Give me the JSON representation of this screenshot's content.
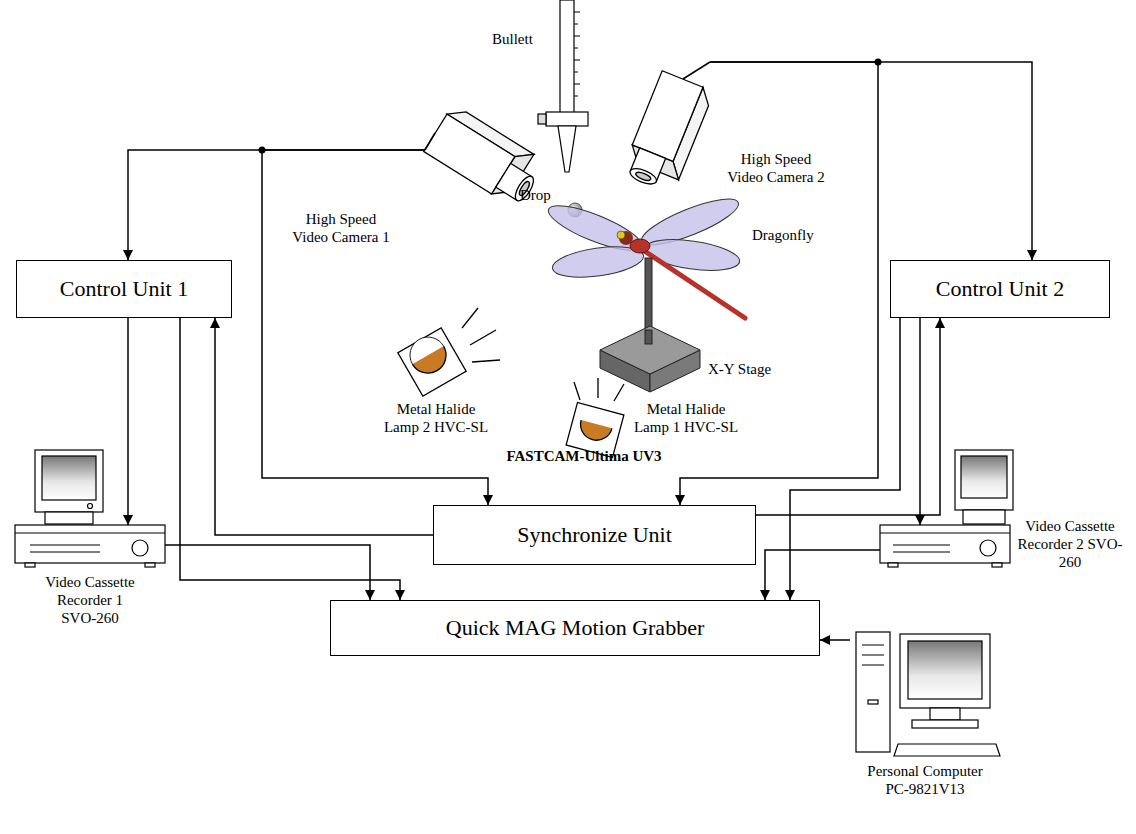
{
  "diagram": {
    "nodes": [
      {
        "text": [
          "High Speed Video Camera 1"
        ]
      },
      {
        "text": [
          "High Speed Video Camera 2"
        ]
      },
      {
        "text": [
          "Control Unit 1"
        ]
      },
      {
        "text": [
          "Control Unit 2"
        ]
      },
      {
        "text": [
          "Synchronize Unit"
        ]
      },
      {
        "text": [
          "Quick MAG Motion Grabber"
        ]
      },
      {
        "text": [
          "Video Cassette Recorder 1 SVO-260"
        ]
      },
      {
        "text": [
          "Video Cassette Recorder 2 SVO-260"
        ]
      },
      {
        "text": [
          "Personal Computer PC-9821V13"
        ]
      }
    ],
    "edges": [
      {
        "from": 0,
        "to": 2,
        "arrow": "to"
      },
      {
        "from": 0,
        "to": 4,
        "arrow": "to"
      },
      {
        "from": 1,
        "to": 3,
        "arrow": "to"
      },
      {
        "from": 1,
        "to": 4,
        "arrow": "to"
      },
      {
        "from": 4,
        "to": 2,
        "arrow": "to"
      },
      {
        "from": 4,
        "to": 3,
        "arrow": "to"
      },
      {
        "from": 2,
        "to": 6,
        "arrow": "to"
      },
      {
        "from": 2,
        "to": 5,
        "arrow": "to"
      },
      {
        "from": 6,
        "to": 5,
        "arrow": "to"
      },
      {
        "from": 3,
        "to": 7,
        "arrow": "to"
      },
      {
        "from": 3,
        "to": 5,
        "arrow": "to"
      },
      {
        "from": 7,
        "to": 5,
        "arrow": "to"
      },
      {
        "from": 8,
        "to": 5,
        "arrow": "to"
      }
    ],
    "labels": [
      "Bullett",
      "Drop",
      "Dragonfly",
      "X-Y Stage",
      "Metal Halide Lamp 2 HVC-SL",
      "Metal Halide Lamp 1 HVC-SL",
      "FASTCAM-Ultima UV3"
    ]
  }
}
